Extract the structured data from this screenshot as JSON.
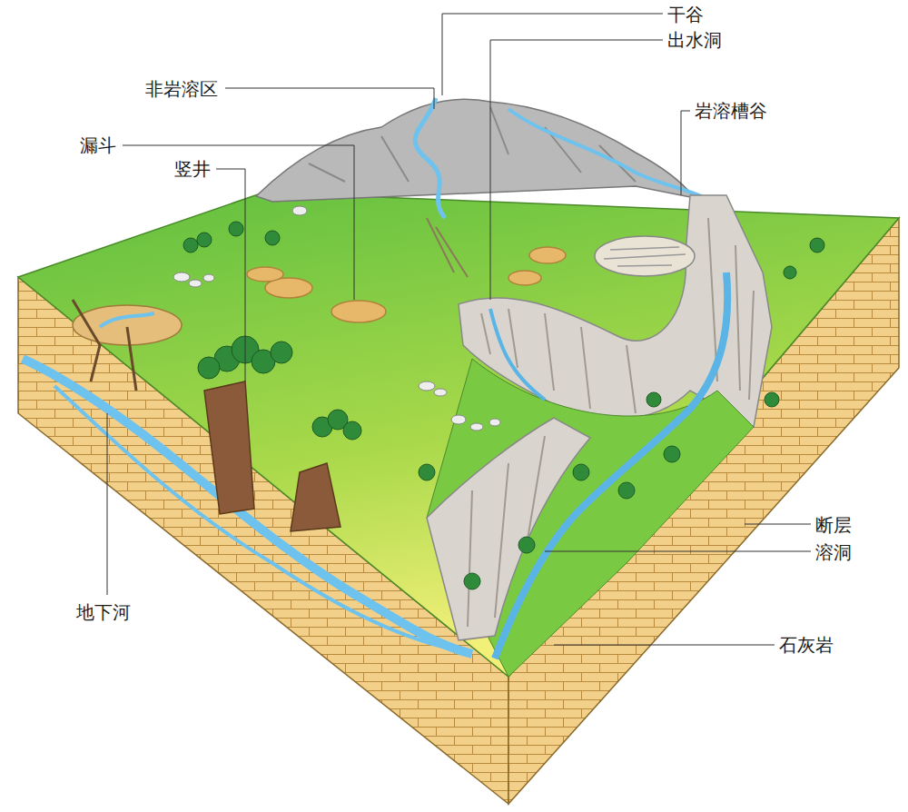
{
  "diagram": {
    "labels": [
      "干谷",
      "出水洞",
      "非岩溶区",
      "岩溶槽谷",
      "漏斗",
      "竖井",
      "断层",
      "溶洞",
      "地下河",
      "石灰岩"
    ]
  }
}
